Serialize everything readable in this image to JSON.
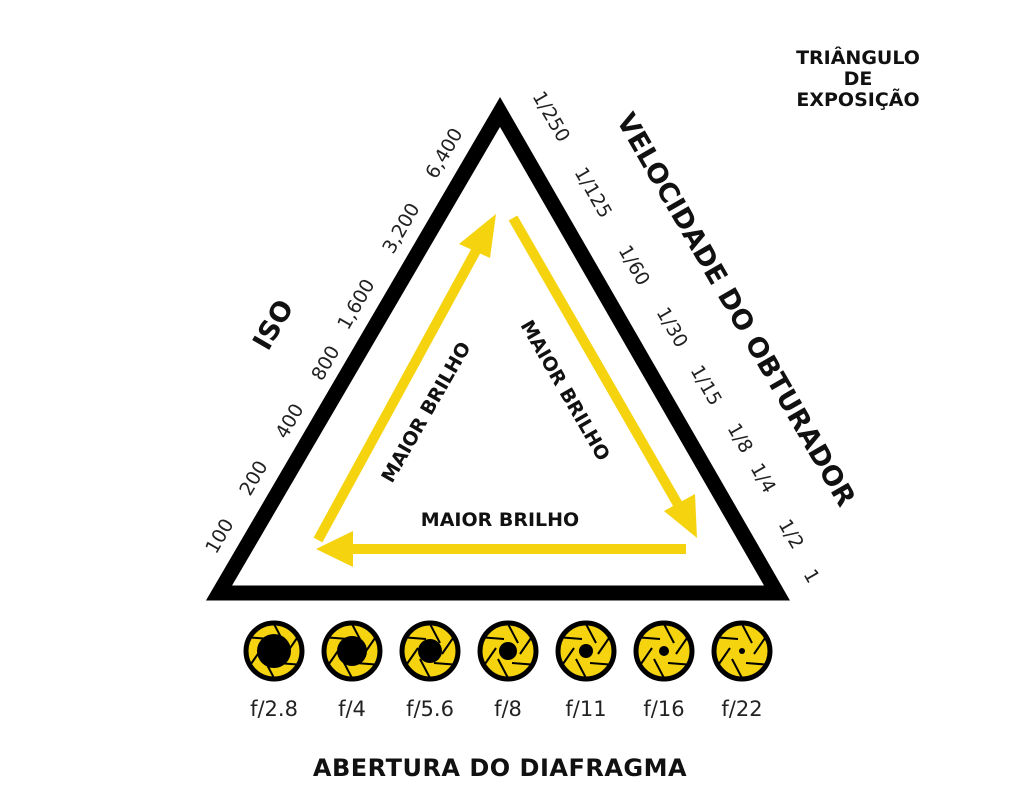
{
  "title": {
    "lines": [
      "TRIÂNGULO",
      "DE",
      "EXPOSIÇÃO"
    ]
  },
  "iso": {
    "label": "ISO",
    "values": [
      "100",
      "200",
      "400",
      "800",
      "1,600",
      "3,200",
      "6,400"
    ]
  },
  "shutter": {
    "label": "VELOCIDADE DO OBTURADOR",
    "values": [
      "1/250",
      "1/125",
      "1/60",
      "1/30",
      "1/15",
      "1/8",
      "1/4",
      "1/2",
      "1"
    ]
  },
  "aperture": {
    "label": "ABERTURA DO DIAFRAGMA",
    "values": [
      "f/2.8",
      "f/4",
      "f/5.6",
      "f/8",
      "f/11",
      "f/16",
      "f/22"
    ],
    "icon": "aperture-iris-icon"
  },
  "arrows": {
    "left": "MAIOR BRILHO",
    "right": "MAIOR BRILHO",
    "bottom": "MAIOR BRILHO"
  },
  "colors": {
    "accent_yellow": "#F5D40F",
    "outline_black": "#000000",
    "background": "#FFFFFF"
  }
}
